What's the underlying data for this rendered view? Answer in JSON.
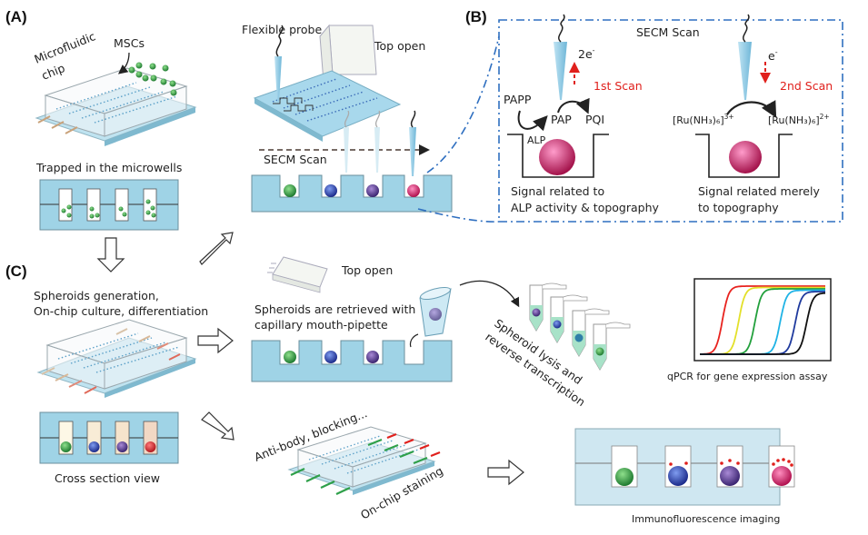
{
  "panels": {
    "A": "(A)",
    "B": "(B)",
    "C": "(C)"
  },
  "panel_a": {
    "chip_label_line1": "Microfluidic",
    "chip_label_line2": "chip",
    "cells_label": "MSCs",
    "trapped_label": "Trapped in the microwells",
    "probe_label": "Flexible probe",
    "top_open_label": "Top open",
    "scan_label": "SECM Scan"
  },
  "panel_b": {
    "title": "SECM Scan",
    "first_scan": {
      "electrons": "2e",
      "electron_sup": "-",
      "scan_label": "1st Scan",
      "substrate": "PAPP",
      "product": "PAP",
      "oxidized": "PQI",
      "enzyme": "ALP",
      "caption_line1": "Signal related to",
      "caption_line2": "ALP activity & topography"
    },
    "second_scan": {
      "electrons": "e",
      "electron_sup": "-",
      "scan_label": "2nd Scan",
      "reactant": "[Ru(NH₃)₆]",
      "reactant_sup": "3+",
      "product": "[Ru(NH₃)₆]",
      "product_sup": "2+",
      "caption_line1": "Signal related merely",
      "caption_line2": "to topography"
    },
    "accent_color": "#2f6fc0",
    "scan_color": "#e0201c"
  },
  "panel_c": {
    "culture_line1": "Spheroids generation,",
    "culture_line2": "On-chip culture, differentiation",
    "cross_section_label": "Cross section view",
    "top_open_label": "Top open",
    "retrieve_line1": "Spheroids are retrieved with",
    "retrieve_line2": "capillary mouth-pipette",
    "lysis_line1": "Spheroid lysis and",
    "lysis_line2": "reverse transcription",
    "qpcr_label": "qPCR for gene expression assay",
    "staining_reagent_label": "Anti-body, blocking...",
    "staining_label": "On-chip staining",
    "imaging_label": "Immunofluorescence imaging"
  },
  "qpcr_curves": {
    "colors": [
      "#e8231f",
      "#e3e02a",
      "#22a03c",
      "#1fb3e5",
      "#1f3a9e",
      "#111111"
    ],
    "midpoints": [
      0.18,
      0.31,
      0.44,
      0.64,
      0.76,
      0.85
    ]
  },
  "spheroid_colors": [
    "#3aa54a",
    "#3a4fb0",
    "#5a3c8c",
    "#e23c7c"
  ]
}
